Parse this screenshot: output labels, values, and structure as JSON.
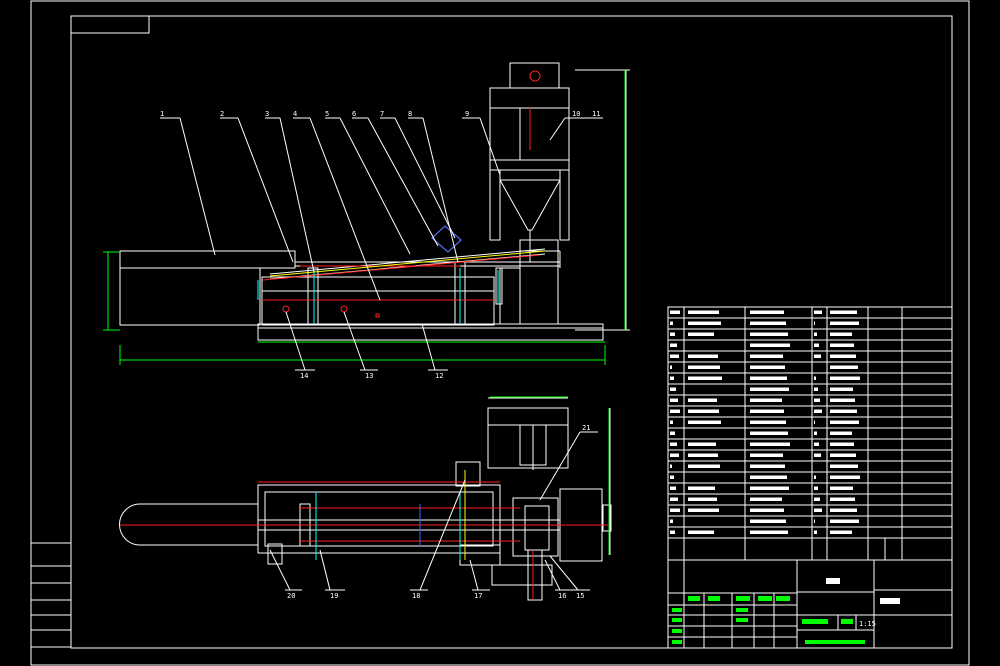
{
  "colors": {
    "background": "#000000",
    "frame": "#ffffff",
    "red": "#ff2020",
    "green": "#00ff00",
    "yellow": "#ffff00",
    "blue": "#4060ff"
  },
  "part_callouts_top": [
    "1",
    "2",
    "3",
    "4",
    "5",
    "6",
    "7",
    "8",
    "9",
    "10",
    "11"
  ],
  "part_callouts_bottom_side": [
    "14",
    "13",
    "12"
  ],
  "part_callouts_plan": [
    "20",
    "19",
    "18",
    "17",
    "16",
    "15",
    "21"
  ],
  "title_block": {
    "scale": "1:15"
  }
}
